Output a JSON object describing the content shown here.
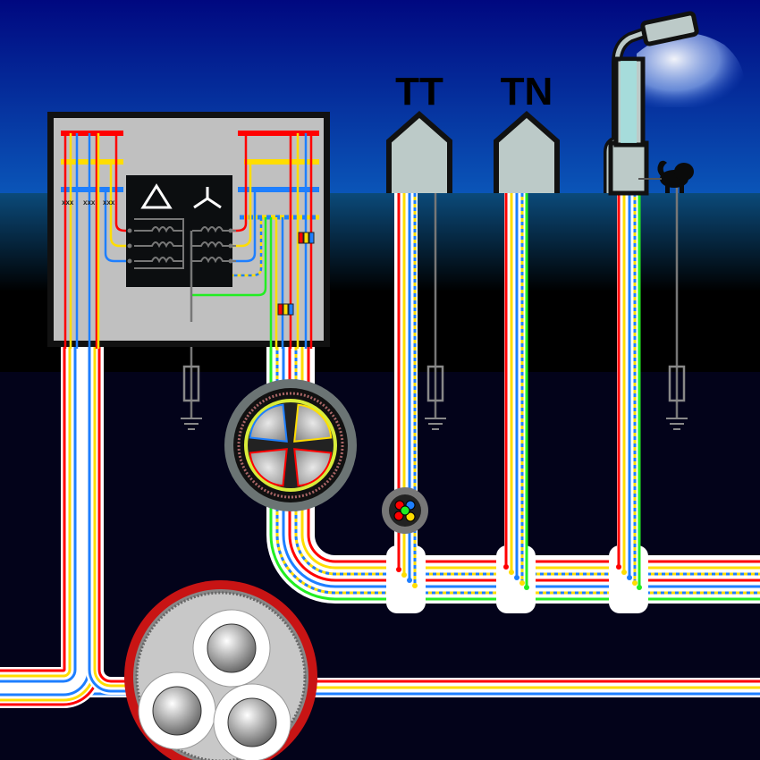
{
  "labels": {
    "tt": "TT",
    "tn": "TN"
  },
  "switch_marks": [
    "xxx",
    "xxx",
    "xxx"
  ],
  "colors": {
    "phase_l1": "#ff0000",
    "phase_l2": "#ffdd00",
    "phase_l3": "#1e7fff",
    "earth": "#22ee22",
    "cabinet": "#c0c0c0",
    "cable_sheath": "#c81414"
  }
}
